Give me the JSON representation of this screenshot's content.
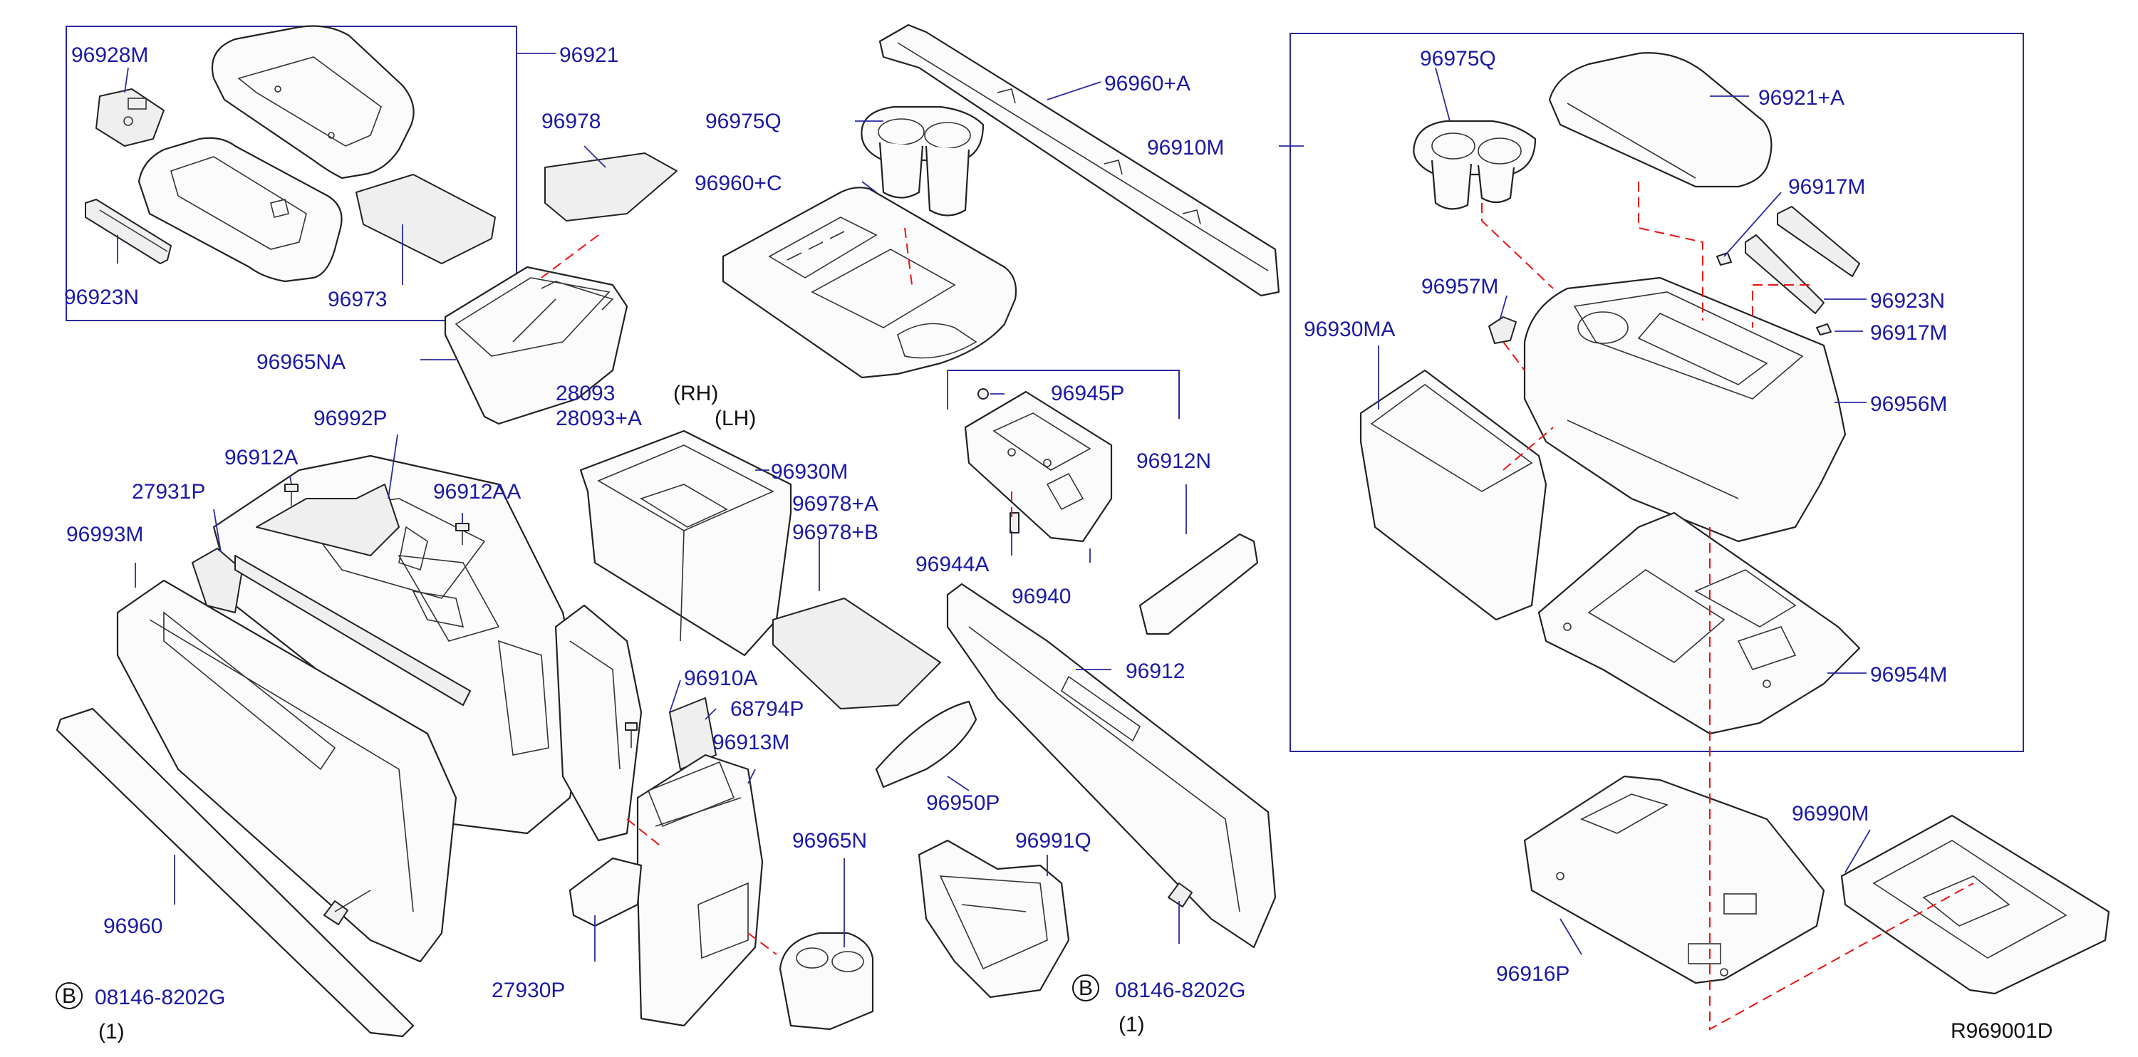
{
  "diagram": {
    "ref_code": "R969001D",
    "bolt_symbol": "B",
    "labels": {
      "p96928M": "96928M",
      "p96921": "96921",
      "p96978": "96978",
      "p96923N_l": "96923N",
      "p96973": "96973",
      "p96965NA": "96965NA",
      "p28093": "28093",
      "p28093A": "28093+A",
      "rh": "(RH)",
      "lh": "(LH)",
      "p96975Q_m": "96975Q",
      "p96960C": "96960+C",
      "p96960A": "96960+A",
      "p96910M": "96910M",
      "p96992P": "96992P",
      "p96912A": "96912A",
      "p27931P": "27931P",
      "p96912AA": "96912AA",
      "p96993M": "96993M",
      "p96930M": "96930M",
      "p96978A": "96978+A",
      "p96978B": "96978+B",
      "p96945P": "96945P",
      "p96912N": "96912N",
      "p96944A": "96944A",
      "p96940": "96940",
      "p96910A": "96910A",
      "p68794P": "68794P",
      "p96913M": "96913M",
      "p96912": "96912",
      "p96950P": "96950P",
      "p96965N": "96965N",
      "p96991Q": "96991Q",
      "p96960": "96960",
      "p27930P": "27930P",
      "bolt_l": "08146-8202G",
      "qty_l": "(1)",
      "bolt_r": "08146-8202G",
      "qty_r": "(1)",
      "p96975Q_r": "96975Q",
      "p96921A": "96921+A",
      "p96917M_a": "96917M",
      "p96957M": "96957M",
      "p96923N_r": "96923N",
      "p96930MA": "96930MA",
      "p96917M_b": "96917M",
      "p96956M": "96956M",
      "p96954M": "96954M",
      "p96990M": "96990M",
      "p96916P": "96916P"
    }
  }
}
